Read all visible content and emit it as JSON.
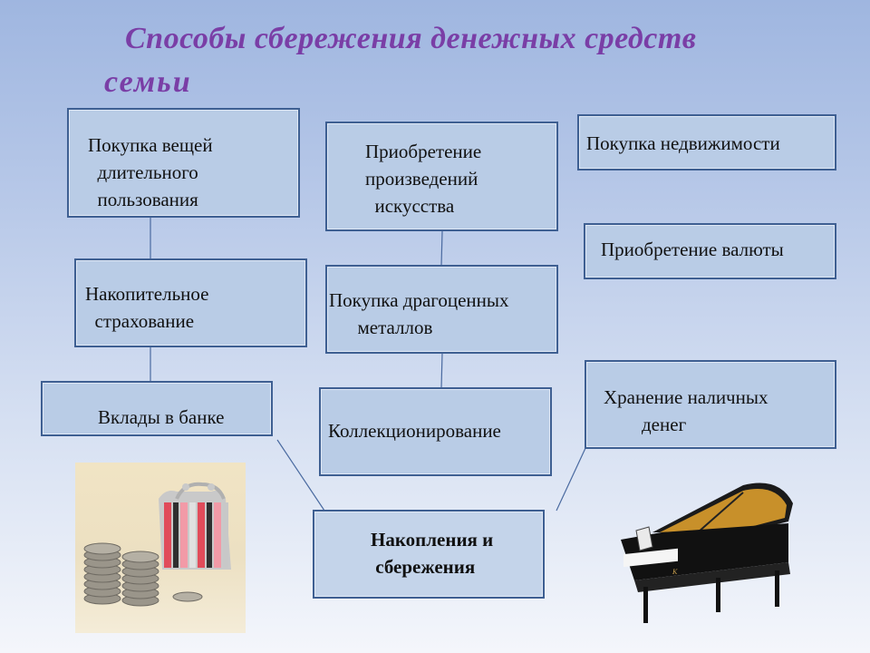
{
  "title": {
    "line1": "Способы сбережения денежных средств",
    "line2": "семьи"
  },
  "boxes": {
    "durable_goods": [
      "Покупка вещей",
      "  длительного",
      "  пользования"
    ],
    "art": [
      "Приобретение",
      "произведений",
      "  искусства"
    ],
    "real_estate": [
      "Покупка недвижимости"
    ],
    "insurance": [
      "Накопительное",
      "  страхование"
    ],
    "metals": [
      "Покупка драгоценных",
      "      металлов"
    ],
    "currency": [
      "Приобретение валюты"
    ],
    "deposits": [
      "Вклады в банке"
    ],
    "collecting": [
      "Коллекционирование"
    ],
    "cash": [
      "Хранение наличных",
      "        денег"
    ],
    "center": [
      "Накопления и",
      " сбережения"
    ]
  }
}
